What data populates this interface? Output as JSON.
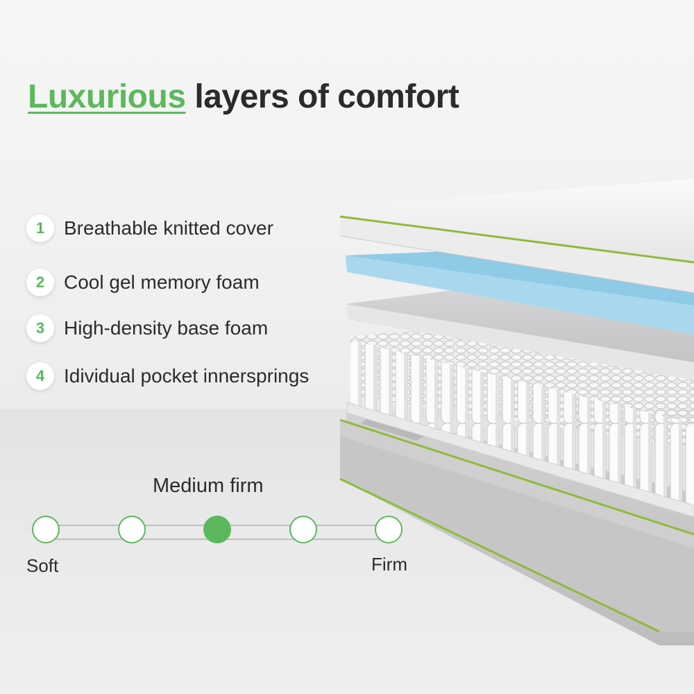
{
  "headline": {
    "accent": "Luxurious",
    "rest": "layers of comfort",
    "accent_color": "#5cb85c"
  },
  "features": [
    {
      "number": "1",
      "label": "Breathable knitted cover"
    },
    {
      "number": "2",
      "label": "Cool gel memory foam"
    },
    {
      "number": "3",
      "label": "High-density base foam"
    },
    {
      "number": "4",
      "label": "Idividual pocket innersprings"
    }
  ],
  "firmness": {
    "label": "Medium firm",
    "min_label": "Soft",
    "max_label": "Firm",
    "levels": 5,
    "selected_level": 3
  },
  "colors": {
    "accent": "#5cb85c",
    "text": "#2b2b2b",
    "gel_foam": "#8fcbe6",
    "piping": "#8dbb3a"
  }
}
